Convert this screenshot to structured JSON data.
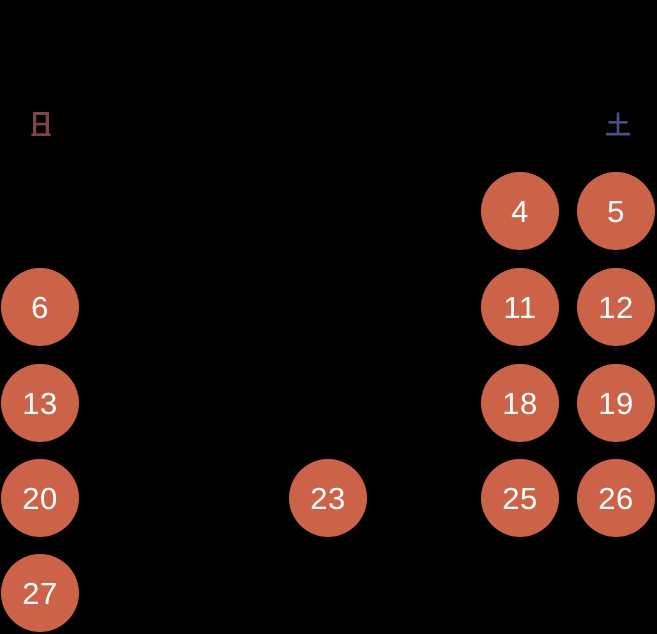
{
  "calendar": {
    "colors": {
      "background": "#000000",
      "circle_fill": "#cc6349",
      "circle_text": "#ffffff",
      "sunday_header": "#7c4444",
      "saturday_header": "#44518a"
    },
    "weekday_headers": {
      "sunday": {
        "label": "日",
        "color": "#7c4444"
      },
      "saturday": {
        "label": "土",
        "color": "#44518a"
      }
    },
    "marked_dates": [
      {
        "day": "4",
        "row": 0,
        "col": 5
      },
      {
        "day": "5",
        "row": 0,
        "col": 6
      },
      {
        "day": "6",
        "row": 1,
        "col": 0
      },
      {
        "day": "11",
        "row": 1,
        "col": 5
      },
      {
        "day": "12",
        "row": 1,
        "col": 6
      },
      {
        "day": "13",
        "row": 2,
        "col": 0
      },
      {
        "day": "18",
        "row": 2,
        "col": 5
      },
      {
        "day": "19",
        "row": 2,
        "col": 6
      },
      {
        "day": "20",
        "row": 3,
        "col": 0
      },
      {
        "day": "23",
        "row": 3,
        "col": 3
      },
      {
        "day": "25",
        "row": 3,
        "col": 5
      },
      {
        "day": "26",
        "row": 3,
        "col": 6
      },
      {
        "day": "27",
        "row": 4,
        "col": 0
      }
    ]
  }
}
